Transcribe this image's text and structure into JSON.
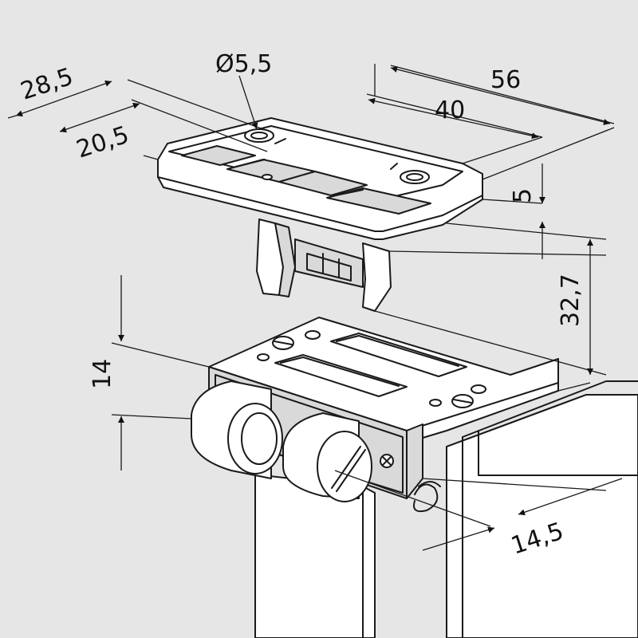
{
  "drawing": {
    "background": "#e6e6e6",
    "line_color": "#1a1a1a",
    "dimensions": {
      "hole_diameter": "Ø5,5",
      "width_28_5": "28,5",
      "width_20_5": "20,5",
      "length_56": "56",
      "length_40": "40",
      "thickness_5": "5",
      "height_32_7": "32,7",
      "height_14": "14",
      "offset_14_5": "14,5"
    }
  }
}
